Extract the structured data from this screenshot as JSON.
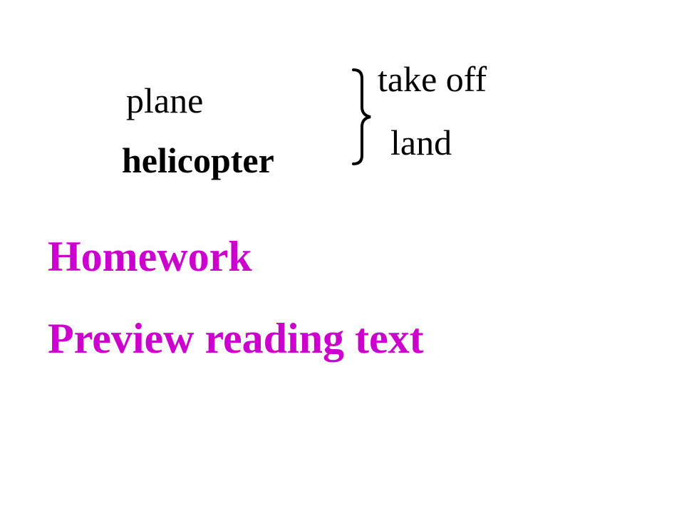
{
  "vocabulary": {
    "vehicles": [
      "plane",
      "helicopter"
    ],
    "actions": [
      "take off",
      "land"
    ]
  },
  "homework": {
    "title": "Homework",
    "task": "Preview reading text"
  },
  "colors": {
    "text": "#000000",
    "homework": "#cc00cc",
    "background": "#ffffff"
  }
}
